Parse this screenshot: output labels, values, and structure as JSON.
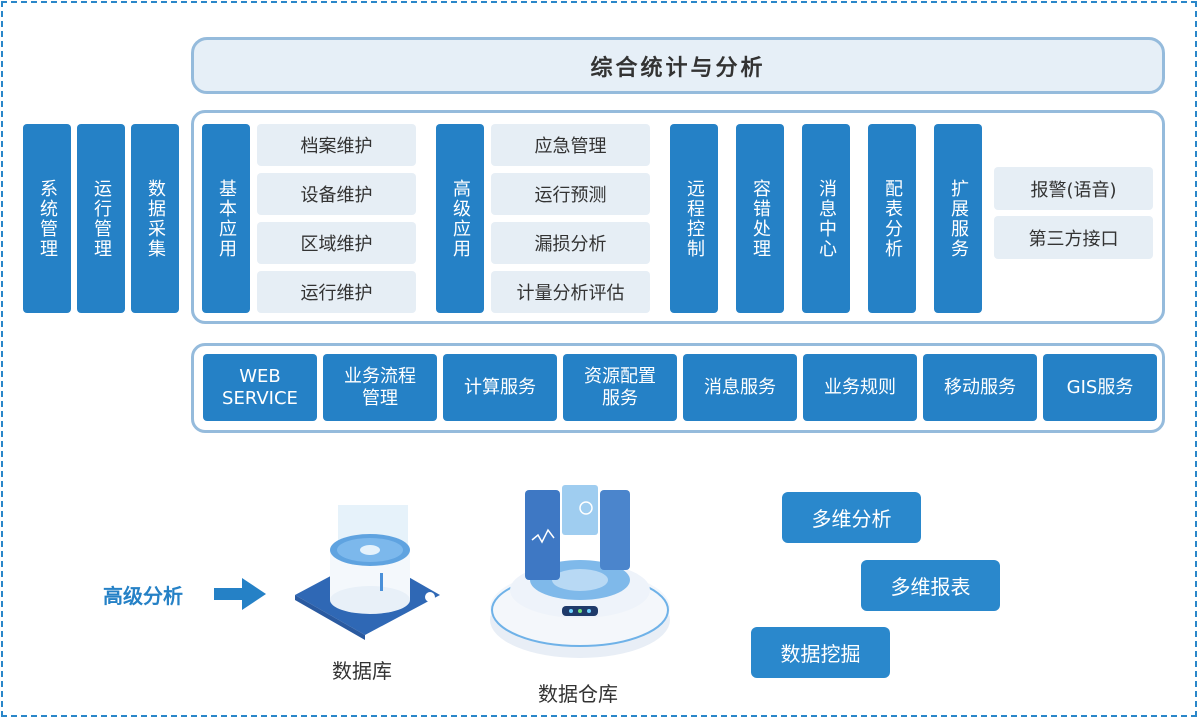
{
  "header": {
    "title": "综合统计与分析"
  },
  "left_columns": [
    {
      "label": "系统管理"
    },
    {
      "label": "运行管理"
    },
    {
      "label": "数据采集"
    }
  ],
  "app_groups": {
    "basic": {
      "label": "基本应用",
      "items": [
        "档案维护",
        "设备维护",
        "区域维护",
        "运行维护"
      ]
    },
    "advanced": {
      "label": "高级应用",
      "items": [
        "应急管理",
        "运行预测",
        "漏损分析",
        "计量分析评估"
      ]
    },
    "columns": [
      {
        "label": "远程控制"
      },
      {
        "label": "容错处理"
      },
      {
        "label": "消息中心"
      },
      {
        "label": "配表分析"
      },
      {
        "label": "扩展服务"
      }
    ],
    "extension_items": [
      "报警(语音)",
      "第三方接口"
    ]
  },
  "services": [
    "WEB\nSERVICE",
    "业务流程\n管理",
    "计算服务",
    "资源配置\n服务",
    "消息服务",
    "业务规则",
    "移动服务",
    "GIS服务"
  ],
  "bottom": {
    "advanced_analysis": "高级分析",
    "database_label": "数据库",
    "warehouse_label": "数据仓库",
    "tags": [
      "多维分析",
      "多维报表",
      "数据挖掘"
    ]
  },
  "colors": {
    "primary_blue": "#2581c6",
    "outline_blue": "#95bbdc",
    "light_fill": "#e6eef5",
    "frame_dash": "#2a87c9"
  }
}
